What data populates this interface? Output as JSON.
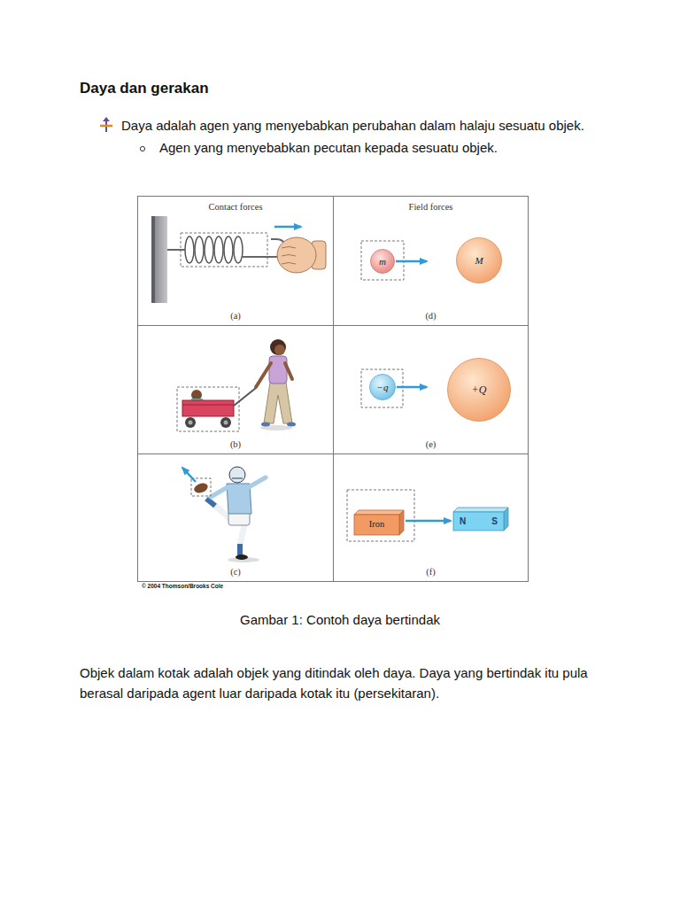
{
  "diagram": {
    "title": "Daya dan gerakan",
    "caption": "Gambar 1: Contoh daya bertindak",
    "nodes": [
      {
        "text": [
          "Contact forces",
          "(a)"
        ]
      },
      {
        "text": [
          "Field forces",
          "(d)"
        ]
      },
      {
        "text": [
          "(b)"
        ]
      },
      {
        "text": [
          "(e)"
        ]
      },
      {
        "text": [
          "(c)"
        ]
      },
      {
        "text": [
          "(f)"
        ]
      },
      {
        "text": [
          "m"
        ],
        "in": 1
      },
      {
        "text": [
          "M"
        ],
        "in": 1
      },
      {
        "text": [
          "−q"
        ],
        "in": 3
      },
      {
        "text": [
          "+Q"
        ],
        "in": 3
      },
      {
        "text": [
          "Iron"
        ],
        "in": 5
      },
      {
        "text": [
          "N",
          "S"
        ],
        "in": 5
      }
    ],
    "labels": [
      "Daya adalah agen yang menyebabkan perubahan dalam halaju sesuatu objek.",
      "Agen yang menyebabkan pecutan kepada sesuatu objek.",
      "© 2004 Thomson/Brooks Cole",
      "Objek dalam kotak adalah objek yang ditindak oleh daya. Daya yang bertindak itu pula berasal daripada agent luar daripada kotak itu (persekitaran)."
    ]
  }
}
